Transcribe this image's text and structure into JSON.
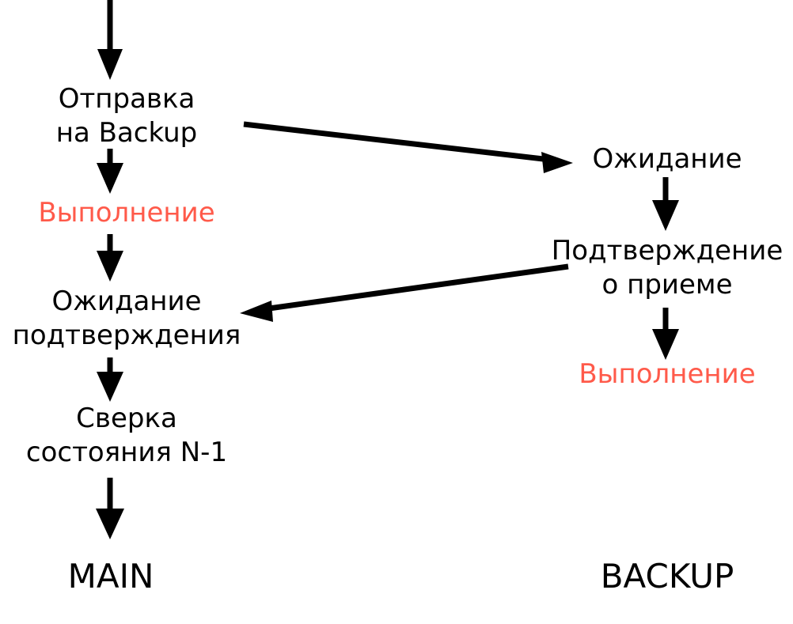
{
  "diagram": {
    "title": "MAIN / BACKUP replication handshake flowchart",
    "background_color": "#ffffff",
    "accent_color": "#ff5a4a",
    "line_color": "#000000",
    "lanes": [
      {
        "id": "main",
        "label": "MAIN"
      },
      {
        "id": "backup",
        "label": "BACKUP"
      }
    ],
    "nodes": {
      "otpravka_na_backup": "Отправка\nна Backup",
      "vypolnenie_main": "Выполнение",
      "ozhidanie_podtverzhdeniya": "Ожидание\nподтверждения",
      "sverka_sostoyaniya": "Сверка\nсостояния N-1",
      "ozhidanie_backup": "Ожидание",
      "podtverzhdenie_o_prieme": "Подтверждение\nо приеме",
      "vypolnenie_backup": "Выполнение"
    },
    "edges": [
      {
        "id": "entry-to-otpravka",
        "from": "(entry)",
        "to": "otpravka_na_backup",
        "kind": "vertical"
      },
      {
        "id": "otpravka-to-vypolnenie",
        "from": "otpravka_na_backup",
        "to": "vypolnenie_main",
        "kind": "vertical"
      },
      {
        "id": "vypolnenie-to-ozhidanie",
        "from": "vypolnenie_main",
        "to": "ozhidanie_podtverzhdeniya",
        "kind": "vertical"
      },
      {
        "id": "ozhidanie-to-sverka",
        "from": "ozhidanie_podtverzhdeniya",
        "to": "sverka_sostoyaniya",
        "kind": "vertical"
      },
      {
        "id": "sverka-to-main",
        "from": "sverka_sostoyaniya",
        "to": "main",
        "kind": "vertical"
      },
      {
        "id": "otpravka-to-ozhidanie-backup",
        "from": "otpravka_na_backup",
        "to": "ozhidanie_backup",
        "kind": "diagonal"
      },
      {
        "id": "ozhidanie-backup-to-podtverzhdenie",
        "from": "ozhidanie_backup",
        "to": "podtverzhdenie_o_prieme",
        "kind": "vertical"
      },
      {
        "id": "podtverzhdenie-to-ozhidanie-main",
        "from": "podtverzhdenie_o_prieme",
        "to": "ozhidanie_podtverzhdeniya",
        "kind": "diagonal"
      },
      {
        "id": "podtverzhdenie-to-vypolnenie-backup",
        "from": "podtverzhdenie_o_prieme",
        "to": "vypolnenie_backup",
        "kind": "vertical"
      }
    ]
  }
}
